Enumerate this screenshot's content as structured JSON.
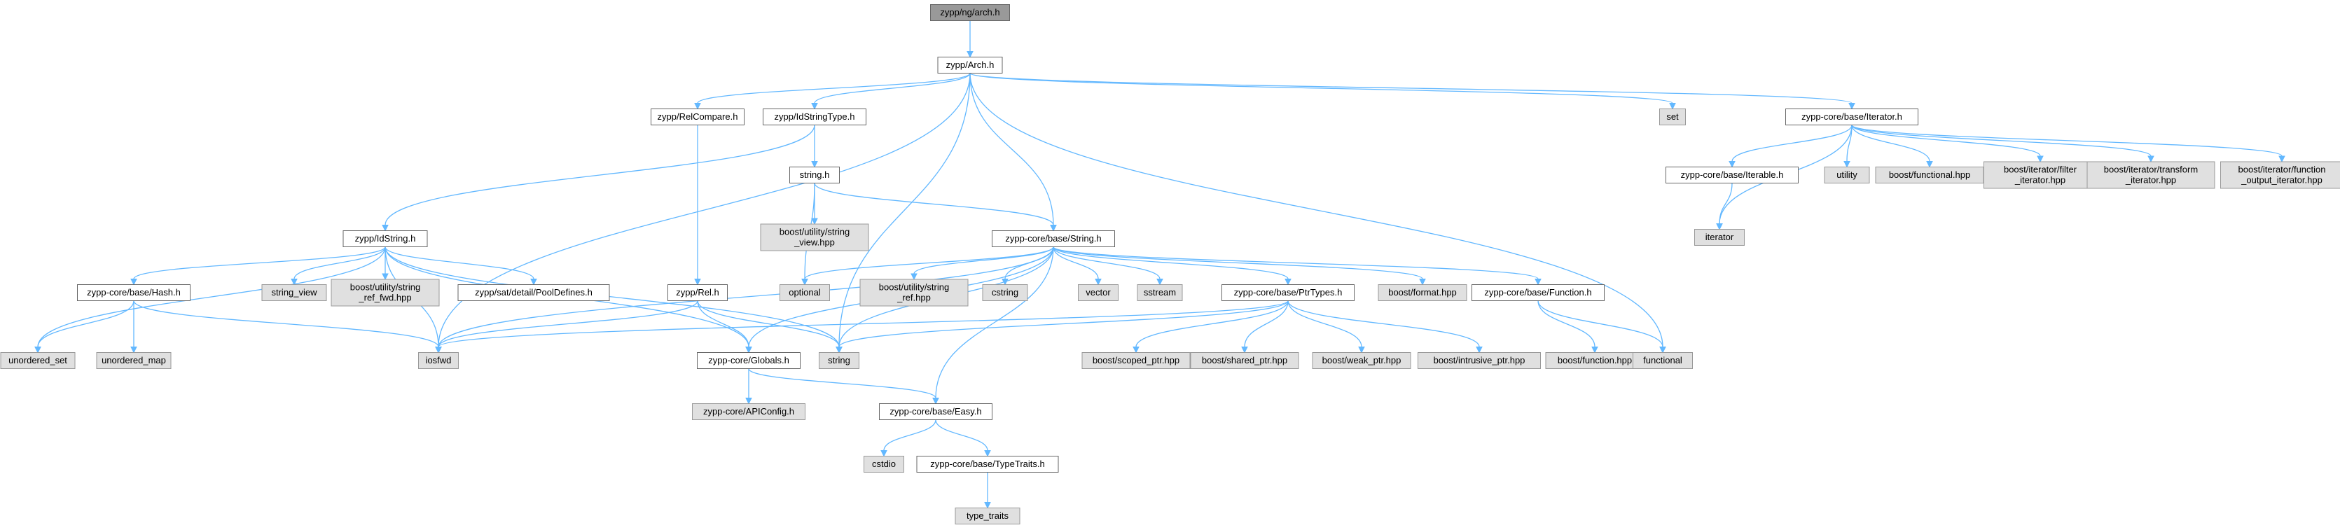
{
  "colors": {
    "edge": "#63b8ff",
    "current_fill": "#999999",
    "project_fill": "#ffffff",
    "external_fill": "#e0e0e0",
    "border": "#666666"
  },
  "nodes": [
    {
      "id": "arch_root",
      "type": "current",
      "lines": [
        "zypp/ng/arch.h"
      ]
    },
    {
      "id": "arch",
      "type": "project",
      "lines": [
        "zypp/Arch.h"
      ]
    },
    {
      "id": "relcompare",
      "type": "project",
      "lines": [
        "zypp/RelCompare.h"
      ]
    },
    {
      "id": "idstringtype",
      "type": "project",
      "lines": [
        "zypp/IdStringType.h"
      ]
    },
    {
      "id": "set",
      "type": "external",
      "lines": [
        "set"
      ]
    },
    {
      "id": "iterator_h",
      "type": "project",
      "lines": [
        "zypp-core/base/Iterator.h"
      ]
    },
    {
      "id": "string_h",
      "type": "project",
      "lines": [
        "string.h"
      ]
    },
    {
      "id": "iterable",
      "type": "project",
      "lines": [
        "zypp-core/base/Iterable.h"
      ]
    },
    {
      "id": "utility",
      "type": "external",
      "lines": [
        "utility"
      ]
    },
    {
      "id": "boost_functional",
      "type": "external",
      "lines": [
        "boost/functional.hpp"
      ]
    },
    {
      "id": "boost_filter",
      "type": "external",
      "lines": [
        "boost/iterator/filter",
        "_iterator.hpp"
      ]
    },
    {
      "id": "boost_transform",
      "type": "external",
      "lines": [
        "boost/iterator/transform",
        "_iterator.hpp"
      ]
    },
    {
      "id": "boost_func_out",
      "type": "external",
      "lines": [
        "boost/iterator/function",
        "_output_iterator.hpp"
      ]
    },
    {
      "id": "boost_string_view",
      "type": "external",
      "lines": [
        "boost/utility/string",
        "_view.hpp"
      ]
    },
    {
      "id": "iterator",
      "type": "external",
      "lines": [
        "iterator"
      ]
    },
    {
      "id": "idstring",
      "type": "project",
      "lines": [
        "zypp/IdString.h"
      ]
    },
    {
      "id": "base_string",
      "type": "project",
      "lines": [
        "zypp-core/base/String.h"
      ]
    },
    {
      "id": "hash",
      "type": "project",
      "lines": [
        "zypp-core/base/Hash.h"
      ]
    },
    {
      "id": "string_view",
      "type": "external",
      "lines": [
        "string_view"
      ]
    },
    {
      "id": "boost_string_ref_fwd",
      "type": "external",
      "lines": [
        "boost/utility/string",
        "_ref_fwd.hpp"
      ]
    },
    {
      "id": "pooldefines",
      "type": "project",
      "lines": [
        "zypp/sat/detail/PoolDefines.h"
      ]
    },
    {
      "id": "rel",
      "type": "project",
      "lines": [
        "zypp/Rel.h"
      ]
    },
    {
      "id": "optional",
      "type": "external",
      "lines": [
        "optional"
      ]
    },
    {
      "id": "boost_string_ref",
      "type": "external",
      "lines": [
        "boost/utility/string",
        "_ref.hpp"
      ]
    },
    {
      "id": "cstring",
      "type": "external",
      "lines": [
        "cstring"
      ]
    },
    {
      "id": "vector",
      "type": "external",
      "lines": [
        "vector"
      ]
    },
    {
      "id": "sstream",
      "type": "external",
      "lines": [
        "sstream"
      ]
    },
    {
      "id": "ptrtypes",
      "type": "project",
      "lines": [
        "zypp-core/base/PtrTypes.h"
      ]
    },
    {
      "id": "boost_format",
      "type": "external",
      "lines": [
        "boost/format.hpp"
      ]
    },
    {
      "id": "function_h",
      "type": "project",
      "lines": [
        "zypp-core/base/Function.h"
      ]
    },
    {
      "id": "unordered_set",
      "type": "external",
      "lines": [
        "unordered_set"
      ]
    },
    {
      "id": "unordered_map",
      "type": "external",
      "lines": [
        "unordered_map"
      ]
    },
    {
      "id": "iosfwd",
      "type": "external",
      "lines": [
        "iosfwd"
      ]
    },
    {
      "id": "globals",
      "type": "project",
      "lines": [
        "zypp-core/Globals.h"
      ]
    },
    {
      "id": "string",
      "type": "external",
      "lines": [
        "string"
      ]
    },
    {
      "id": "boost_scoped",
      "type": "external",
      "lines": [
        "boost/scoped_ptr.hpp"
      ]
    },
    {
      "id": "boost_shared",
      "type": "external",
      "lines": [
        "boost/shared_ptr.hpp"
      ]
    },
    {
      "id": "boost_weak",
      "type": "external",
      "lines": [
        "boost/weak_ptr.hpp"
      ]
    },
    {
      "id": "boost_intrusive",
      "type": "external",
      "lines": [
        "boost/intrusive_ptr.hpp"
      ]
    },
    {
      "id": "boost_function",
      "type": "external",
      "lines": [
        "boost/function.hpp"
      ]
    },
    {
      "id": "functional",
      "type": "external",
      "lines": [
        "functional"
      ]
    },
    {
      "id": "apiconfig",
      "type": "external",
      "lines": [
        "zypp-core/APIConfig.h"
      ]
    },
    {
      "id": "easy",
      "type": "project",
      "lines": [
        "zypp-core/base/Easy.h"
      ]
    },
    {
      "id": "cstdio",
      "type": "external",
      "lines": [
        "cstdio"
      ]
    },
    {
      "id": "typetraits",
      "type": "project",
      "lines": [
        "zypp-core/base/TypeTraits.h"
      ]
    },
    {
      "id": "type_traits",
      "type": "external",
      "lines": [
        "type_traits"
      ]
    }
  ],
  "edges": [
    [
      "arch_root",
      "arch"
    ],
    [
      "arch",
      "relcompare"
    ],
    [
      "arch",
      "idstringtype"
    ],
    [
      "arch",
      "set"
    ],
    [
      "arch",
      "iterator_h"
    ],
    [
      "arch",
      "base_string"
    ],
    [
      "arch",
      "iosfwd"
    ],
    [
      "arch",
      "string"
    ],
    [
      "arch",
      "functional"
    ],
    [
      "relcompare",
      "rel"
    ],
    [
      "idstringtype",
      "string_h"
    ],
    [
      "idstringtype",
      "idstring"
    ],
    [
      "iterator_h",
      "iterable"
    ],
    [
      "iterator_h",
      "iterator"
    ],
    [
      "iterator_h",
      "utility"
    ],
    [
      "iterator_h",
      "boost_functional"
    ],
    [
      "iterator_h",
      "boost_filter"
    ],
    [
      "iterator_h",
      "boost_transform"
    ],
    [
      "iterator_h",
      "boost_func_out"
    ],
    [
      "iterable",
      "iterator"
    ],
    [
      "string_h",
      "boost_string_view"
    ],
    [
      "string_h",
      "optional"
    ],
    [
      "string_h",
      "base_string"
    ],
    [
      "idstring",
      "hash"
    ],
    [
      "idstring",
      "unordered_set"
    ],
    [
      "idstring",
      "iosfwd"
    ],
    [
      "idstring",
      "string_view"
    ],
    [
      "idstring",
      "boost_string_ref_fwd"
    ],
    [
      "idstring",
      "pooldefines"
    ],
    [
      "idstring",
      "globals"
    ],
    [
      "idstring",
      "string"
    ],
    [
      "hash",
      "unordered_set"
    ],
    [
      "hash",
      "unordered_map"
    ],
    [
      "hash",
      "iosfwd"
    ],
    [
      "base_string",
      "iosfwd"
    ],
    [
      "base_string",
      "optional"
    ],
    [
      "base_string",
      "boost_string_ref"
    ],
    [
      "base_string",
      "cstring"
    ],
    [
      "base_string",
      "vector"
    ],
    [
      "base_string",
      "sstream"
    ],
    [
      "base_string",
      "ptrtypes"
    ],
    [
      "base_string",
      "boost_format"
    ],
    [
      "base_string",
      "function_h"
    ],
    [
      "base_string",
      "globals"
    ],
    [
      "base_string",
      "string"
    ],
    [
      "base_string",
      "easy"
    ],
    [
      "rel",
      "iosfwd"
    ],
    [
      "rel",
      "globals"
    ],
    [
      "rel",
      "string"
    ],
    [
      "ptrtypes",
      "iosfwd"
    ],
    [
      "ptrtypes",
      "string"
    ],
    [
      "ptrtypes",
      "boost_scoped"
    ],
    [
      "ptrtypes",
      "boost_shared"
    ],
    [
      "ptrtypes",
      "boost_weak"
    ],
    [
      "ptrtypes",
      "boost_intrusive"
    ],
    [
      "function_h",
      "boost_function"
    ],
    [
      "function_h",
      "functional"
    ],
    [
      "globals",
      "apiconfig"
    ],
    [
      "globals",
      "easy"
    ],
    [
      "easy",
      "cstdio"
    ],
    [
      "easy",
      "typetraits"
    ],
    [
      "typetraits",
      "type_traits"
    ]
  ]
}
